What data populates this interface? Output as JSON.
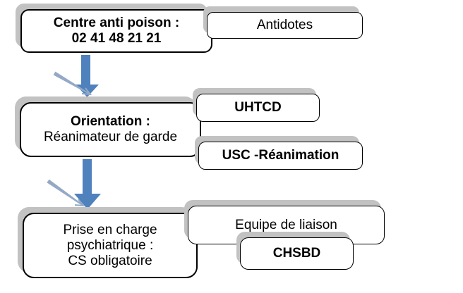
{
  "colors": {
    "arrow_blue": "#4f81bd",
    "arrow_steel": "#93a9c6",
    "shadow_gray": "#c2c2c2",
    "box_border": "#000000",
    "box_fill": "#ffffff",
    "text": "#000000"
  },
  "diagram": {
    "row1": {
      "main": {
        "line1": "Centre anti poison :",
        "line2": "02 41 48 21 21"
      },
      "side1": "Antidotes"
    },
    "row2": {
      "main": {
        "line1": "Orientation :",
        "line2": "Réanimateur de garde"
      },
      "side1": "UHTCD",
      "side2": "USC -Réanimation"
    },
    "row3": {
      "main": {
        "line1": "Prise en charge",
        "line2": "psychiatrique :",
        "line3": "CS obligatoire"
      },
      "side1": "Equipe de liaison",
      "side2": "CHSBD"
    }
  }
}
